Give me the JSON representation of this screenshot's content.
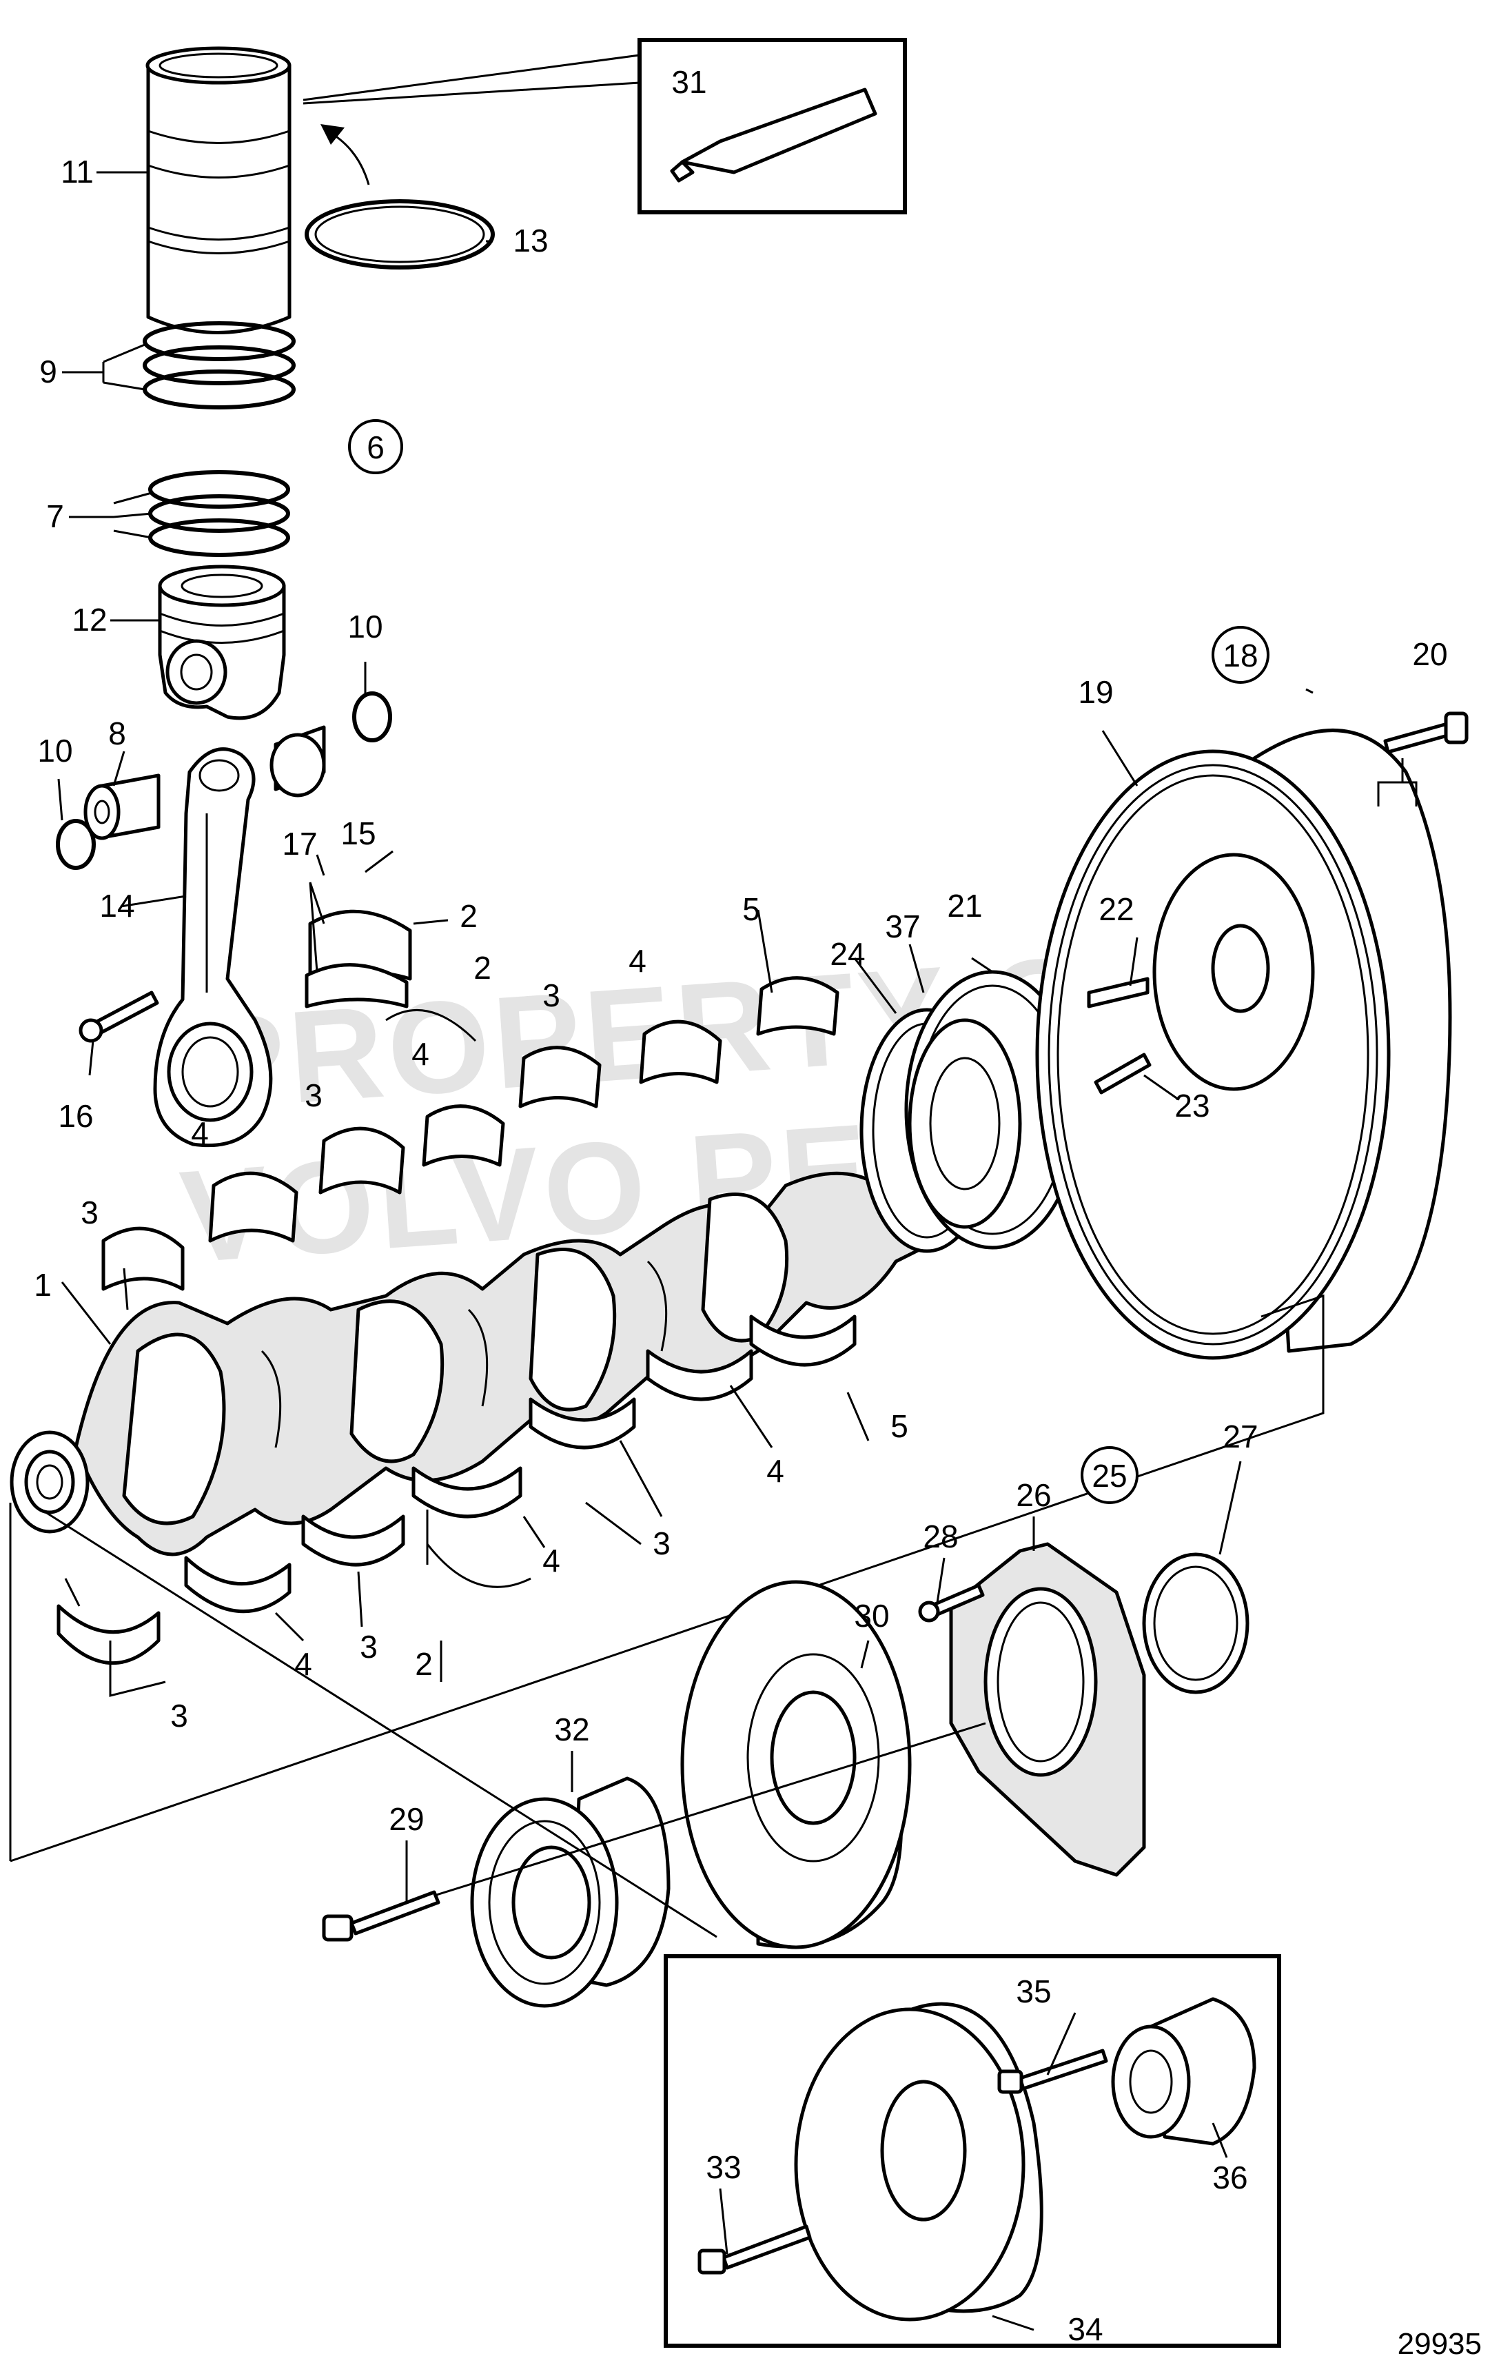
{
  "figure_number": "29935",
  "watermark": [
    "PROPERTY OF",
    "VOLVO PENTA"
  ],
  "labels": {
    "l1": "1",
    "l2a": "2",
    "l2b": "2",
    "l2c": "2",
    "l3a": "3",
    "l3b": "3",
    "l3c": "3",
    "l3d": "3",
    "l3e": "3",
    "l3f": "3",
    "l4a": "4",
    "l4b": "4",
    "l4c": "4",
    "l4d": "4",
    "l4e": "4",
    "l4f": "4",
    "l5a": "5",
    "l5b": "5",
    "l6": "6",
    "l7": "7",
    "l8": "8",
    "l9": "9",
    "l10a": "10",
    "l10b": "10",
    "l11": "11",
    "l12": "12",
    "l13": "13",
    "l14": "14",
    "l15": "15",
    "l16": "16",
    "l17": "17",
    "l18": "18",
    "l19": "19",
    "l20": "20",
    "l21": "21",
    "l22": "22",
    "l23": "23",
    "l24": "24",
    "l25": "25",
    "l26": "26",
    "l27": "27",
    "l28": "28",
    "l29": "29",
    "l30": "30",
    "l31": "31",
    "l32": "32",
    "l33": "33",
    "l34": "34",
    "l35": "35",
    "l36": "36",
    "l37": "37"
  }
}
